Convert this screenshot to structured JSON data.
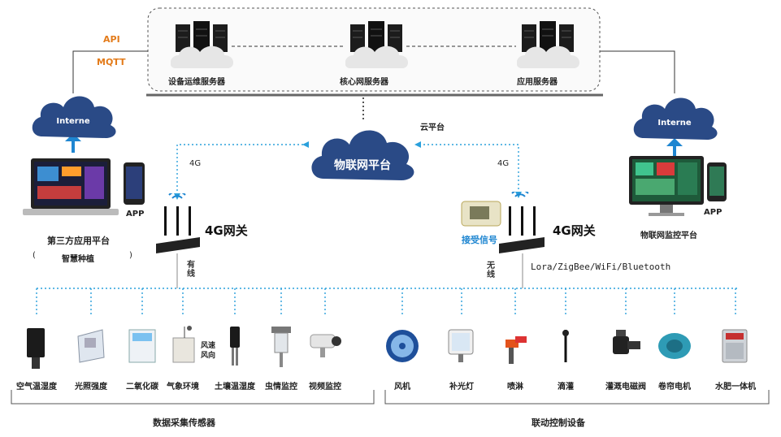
{
  "cloud_servers": {
    "labels": [
      "设备运维服务器",
      "核心网服务器",
      "应用服务器"
    ],
    "platform_tag": "云平台"
  },
  "protocols": {
    "api": "API",
    "mqtt": "MQTT"
  },
  "iot_platform": "物联网平台",
  "internet_left": "Interne",
  "internet_right": "Interne",
  "link_4g_left": "4G",
  "link_4g_right": "4G",
  "gateway_left": "4G网关",
  "gateway_right": "4G网关",
  "wired": "有线",
  "wireless": "无线",
  "receive_signal": "接受信号",
  "wireless_protocols": "Lora/ZigBee/WiFi/Bluetooth",
  "left_platform": {
    "app": "APP",
    "title": "第三方应用平台",
    "paren_open": "(",
    "subtitle": "智慧种植",
    "paren_close": ")"
  },
  "right_platform": {
    "app": "APP",
    "title": "物联网监控平台"
  },
  "sensors": {
    "group_title": "数据采集传感器",
    "items": [
      "空气温湿度",
      "光照强度",
      "二氧化碳",
      "气象环境",
      "土壤温湿度",
      "虫情监控",
      "视频监控"
    ],
    "wind_labels": [
      "风速",
      "风向"
    ]
  },
  "controls": {
    "group_title": "联动控制设备",
    "items": [
      "风机",
      "补光灯",
      "喷淋",
      "滴灌",
      "灌溉电磁阀",
      "卷帘电机",
      "水肥一体机"
    ]
  },
  "colors": {
    "cloud": "#2a4a86",
    "dotted_blue": "#2aa0dc",
    "orange": "#e37b1a",
    "arrow": "#1f86d1"
  }
}
